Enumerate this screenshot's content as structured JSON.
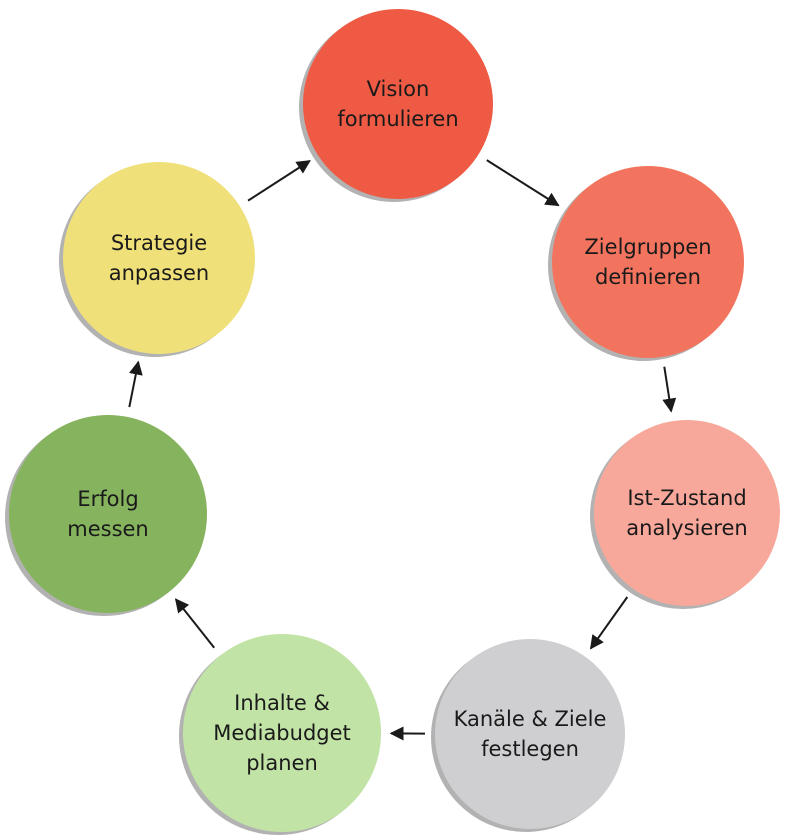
{
  "diagram": {
    "type": "cycle",
    "nodes": [
      {
        "id": "vision",
        "lines": [
          "Vision",
          "formulieren"
        ],
        "color": "#ee5a44"
      },
      {
        "id": "zielgruppen",
        "lines": [
          "Zielgruppen",
          "definieren"
        ],
        "color": "#f3745e"
      },
      {
        "id": "ist-zustand",
        "lines": [
          "Ist-Zustand",
          "analysieren"
        ],
        "color": "#f7a89a"
      },
      {
        "id": "kanaele",
        "lines": [
          "Kanäle & Ziele",
          "festlegen"
        ],
        "color": "#cfcfd1"
      },
      {
        "id": "inhalte",
        "lines": [
          "Inhalte &",
          "Mediabudget",
          "planen"
        ],
        "color": "#c2e3a6"
      },
      {
        "id": "erfolg",
        "lines": [
          "Erfolg",
          "messen"
        ],
        "color": "#86b35e"
      },
      {
        "id": "strategie",
        "lines": [
          "Strategie",
          "anpassen"
        ],
        "color": "#f0e07a"
      }
    ],
    "edges": [
      {
        "from": "vision",
        "to": "zielgruppen"
      },
      {
        "from": "zielgruppen",
        "to": "ist-zustand"
      },
      {
        "from": "ist-zustand",
        "to": "kanaele"
      },
      {
        "from": "kanaele",
        "to": "inhalte"
      },
      {
        "from": "inhalte",
        "to": "erfolg"
      },
      {
        "from": "erfolg",
        "to": "strategie"
      },
      {
        "from": "strategie",
        "to": "vision"
      }
    ]
  }
}
